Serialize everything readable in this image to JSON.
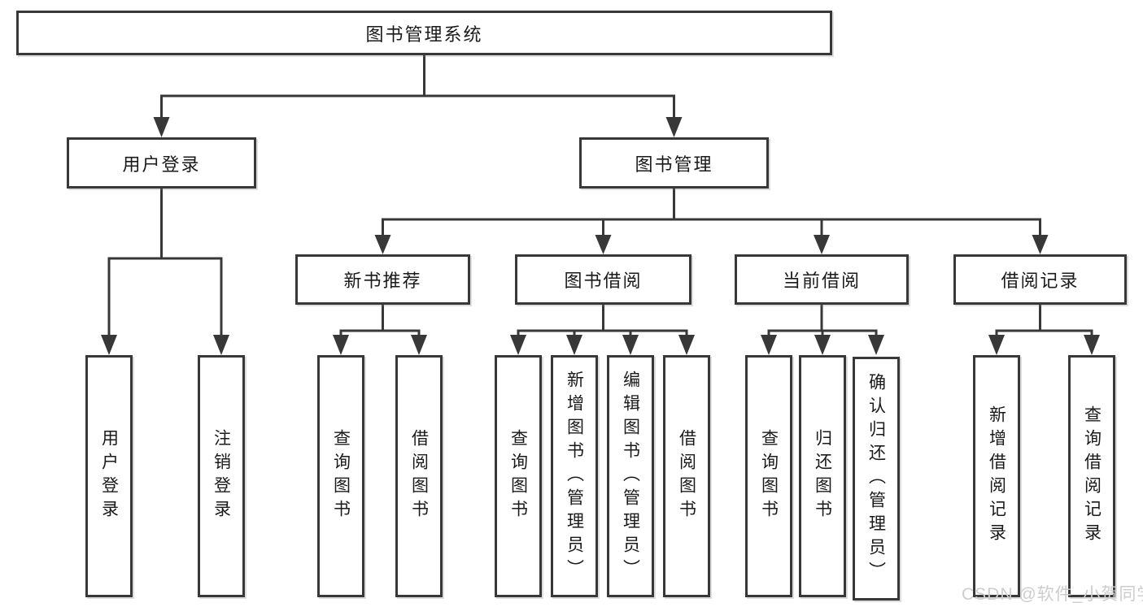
{
  "tree": {
    "root": {
      "label": "图书管理系统"
    },
    "branches": [
      {
        "label": "用户登录",
        "children": [
          {
            "label": "用户登录"
          },
          {
            "label": "注销登录"
          }
        ]
      },
      {
        "label": "图书管理",
        "children": [
          {
            "label": "新书推荐",
            "children": [
              {
                "label": "查询图书"
              },
              {
                "label": "借阅图书"
              }
            ]
          },
          {
            "label": "图书借阅",
            "children": [
              {
                "label": "查询图书"
              },
              {
                "label": "新增图书（管理员）"
              },
              {
                "label": "编辑图书（管理员）"
              },
              {
                "label": "借阅图书"
              }
            ]
          },
          {
            "label": "当前借阅",
            "children": [
              {
                "label": "查询图书"
              },
              {
                "label": "归还图书"
              },
              {
                "label": "确认归还（管理员）"
              }
            ]
          },
          {
            "label": "借阅记录",
            "children": [
              {
                "label": "新增借阅记录"
              },
              {
                "label": "查询借阅记录"
              }
            ]
          }
        ]
      }
    ]
  },
  "watermark": {
    "text": "CSDN @软件_小贺同学"
  },
  "colors": {
    "line": "#383838",
    "box_border": "#383838",
    "box_background": "#ffffff",
    "text": "#1a1a1a",
    "watermark": "#cdcdcd",
    "page_background": "#ffffff"
  }
}
